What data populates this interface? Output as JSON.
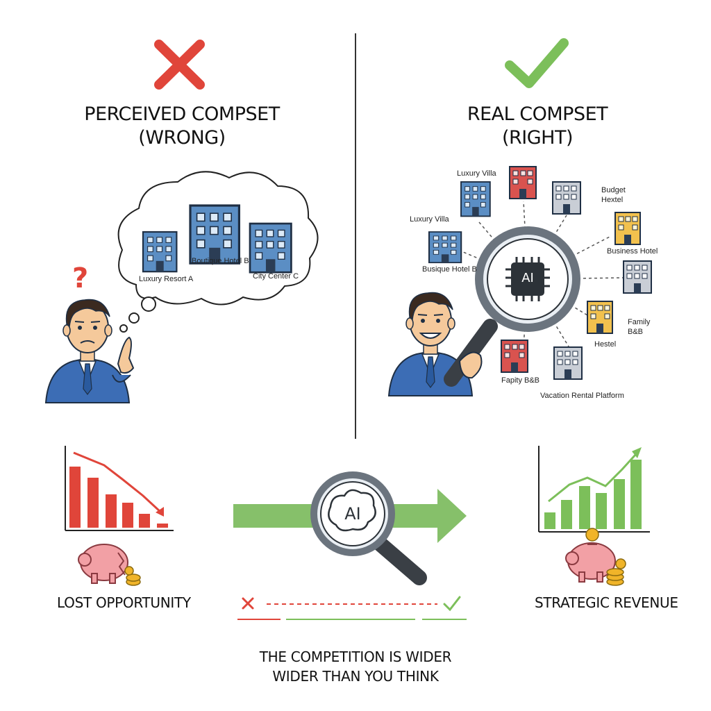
{
  "left_panel": {
    "title_line1": "PERCEIVED COMPSET",
    "title_line2": "(WRONG)",
    "thought_labels": [
      "Luxury Resort A",
      "Boutique Hotel B",
      "City Center C"
    ],
    "outcome_caption": "LOST OPPORTUNITY"
  },
  "right_panel": {
    "title_line1": "REAL COMPSET",
    "title_line2": "(RIGHT)",
    "magnifier_text": "AI",
    "competitor_labels": {
      "luxury_villa_top": "Luxury Villa",
      "luxury_villa_left": "Luxury Villa",
      "boutique_hotel": "Busique Hotel B",
      "budget_line1": "Budget",
      "budget_line2": "Hextel",
      "business_hotel": "Business Hotel",
      "family_line1": "Family",
      "family_line2": "B&B",
      "hostel": "Hestel",
      "family_bnb_bottom": "Fapity B&B",
      "vacation_rental": "Vacation Rental Platform"
    },
    "outcome_caption": "STRATEGIC REVENUE"
  },
  "center": {
    "magnifier_text": "AI"
  },
  "footer": {
    "line1": "THE COMPETITION IS WIDER",
    "line2": "WIDER THAN YOU THINK"
  },
  "colors": {
    "wrong_red": "#e0453a",
    "right_green": "#7cbf5a",
    "arrow_green": "#86c06a",
    "building_blue": "#4a7fb5",
    "suit_blue": "#3c6db5",
    "piggy_pink": "#f2a0a5",
    "coin_gold": "#f0b429"
  },
  "icons": [
    "cross-icon",
    "check-icon",
    "question-mark-icon",
    "thought-cloud",
    "magnifier-icon",
    "ai-chip-icon",
    "piggy-bank-icon",
    "coin-icon",
    "bar-chart-icon",
    "arrow-right-icon"
  ]
}
